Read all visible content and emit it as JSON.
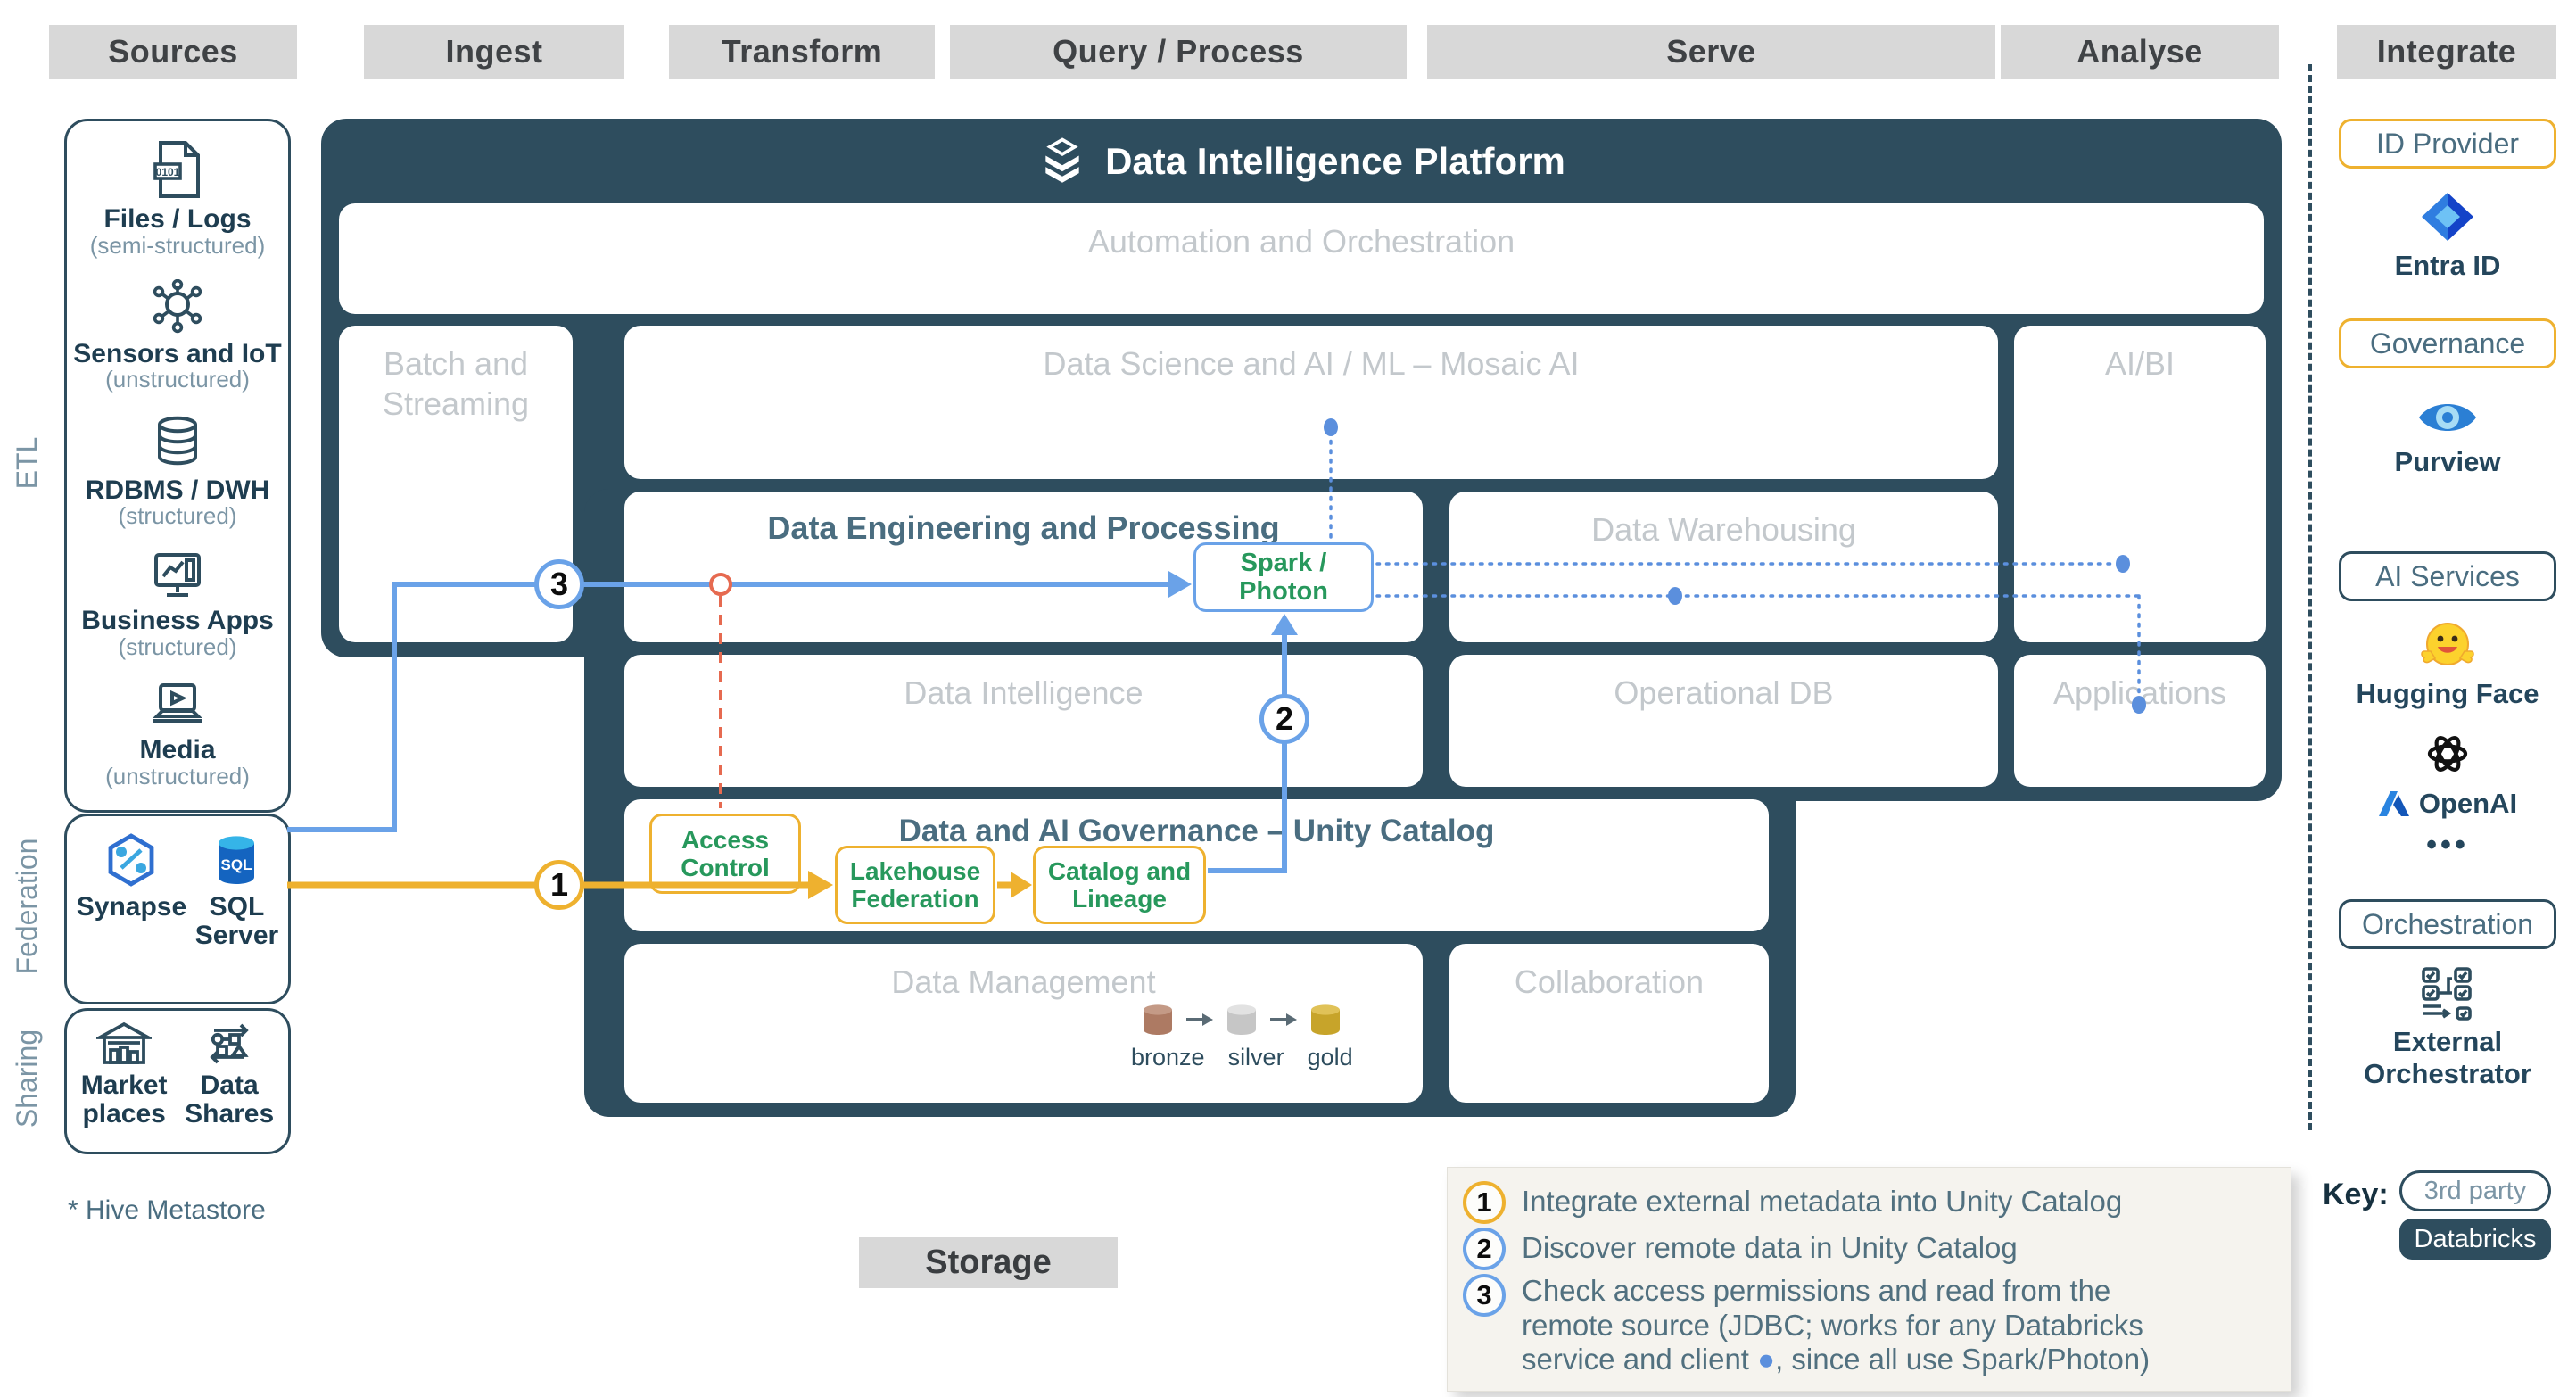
{
  "columns": [
    "Sources",
    "Ingest",
    "Transform",
    "Query / Process",
    "Serve",
    "Analyse",
    "Integrate"
  ],
  "sidebar": {
    "etl_label": "ETL",
    "etl_items": [
      {
        "title": "Files / Logs",
        "subtitle": "(semi-structured)",
        "icon": "file-code-icon"
      },
      {
        "title": "Sensors and IoT",
        "subtitle": "(unstructured)",
        "icon": "iot-icon"
      },
      {
        "title": "RDBMS / DWH",
        "subtitle": "(structured)",
        "icon": "database-icon"
      },
      {
        "title": "Business Apps",
        "subtitle": "(structured)",
        "icon": "monitor-chart-icon"
      },
      {
        "title": "Media",
        "subtitle": "(unstructured)",
        "icon": "media-laptop-icon"
      }
    ],
    "federation_label": "Federation",
    "federation_items": [
      {
        "title": "Synapse",
        "icon": "synapse-icon"
      },
      {
        "title": "SQL\nServer",
        "icon": "sql-server-icon"
      }
    ],
    "sharing_label": "Sharing",
    "sharing_items": [
      {
        "title": "Market\nplaces",
        "icon": "marketplace-icon"
      },
      {
        "title": "Data\nShares",
        "icon": "data-shares-icon"
      }
    ],
    "footnote": "* Hive Metastore"
  },
  "platform": {
    "title": "Data Intelligence Platform",
    "automation": "Automation and Orchestration",
    "batch_streaming": "Batch and\nStreaming",
    "data_science": "Data Science and AI / ML – Mosaic AI",
    "ai_bi": "AI/BI",
    "data_engineering": "Data Engineering and Processing",
    "spark": "Spark /\nPhoton",
    "data_warehousing": "Data Warehousing",
    "data_intelligence": "Data Intelligence",
    "operational_db": "Operational DB",
    "applications": "Applications",
    "unity_title": "Data and AI Governance – Unity Catalog",
    "access_control": "Access\nControl",
    "lakehouse_federation": "Lakehouse\nFederation",
    "catalog_lineage": "Catalog and\nLineage",
    "data_management": "Data Management",
    "collaboration": "Collaboration",
    "medallion": [
      "bronze",
      "silver",
      "gold"
    ]
  },
  "markers": {
    "m1": "1",
    "m2": "2",
    "m3": "3"
  },
  "integrate": {
    "id_provider": "ID Provider",
    "entra": "Entra ID",
    "governance": "Governance",
    "purview": "Purview",
    "ai_services": "AI Services",
    "hugging_face": "Hugging Face",
    "openai": "OpenAI",
    "more": "•••",
    "orchestration": "Orchestration",
    "external_orchestrator": "External\nOrchestrator"
  },
  "storage": "Storage",
  "legend": {
    "item1": "Integrate external metadata into Unity Catalog",
    "item2": "Discover remote data in Unity Catalog",
    "item3a": "Check access permissions and read from the\nremote source (JDBC; works for any Databricks\nservice and client ",
    "item3_dot": "●",
    "item3b": ", since all use Spark/Photon)"
  },
  "key": {
    "label": "Key:",
    "third_party": "3rd party",
    "databricks": "Databricks"
  },
  "colors": {
    "dark_teal": "#2e4d5e",
    "gold": "#eeb12f",
    "green": "#27985c",
    "blue": "#6aa2e8",
    "blue_dot": "#5b8fdd",
    "red": "#e66a50",
    "bronze": "#ad7a63",
    "silver": "#c6c6c6",
    "gold_metal": "#c7a42a"
  }
}
